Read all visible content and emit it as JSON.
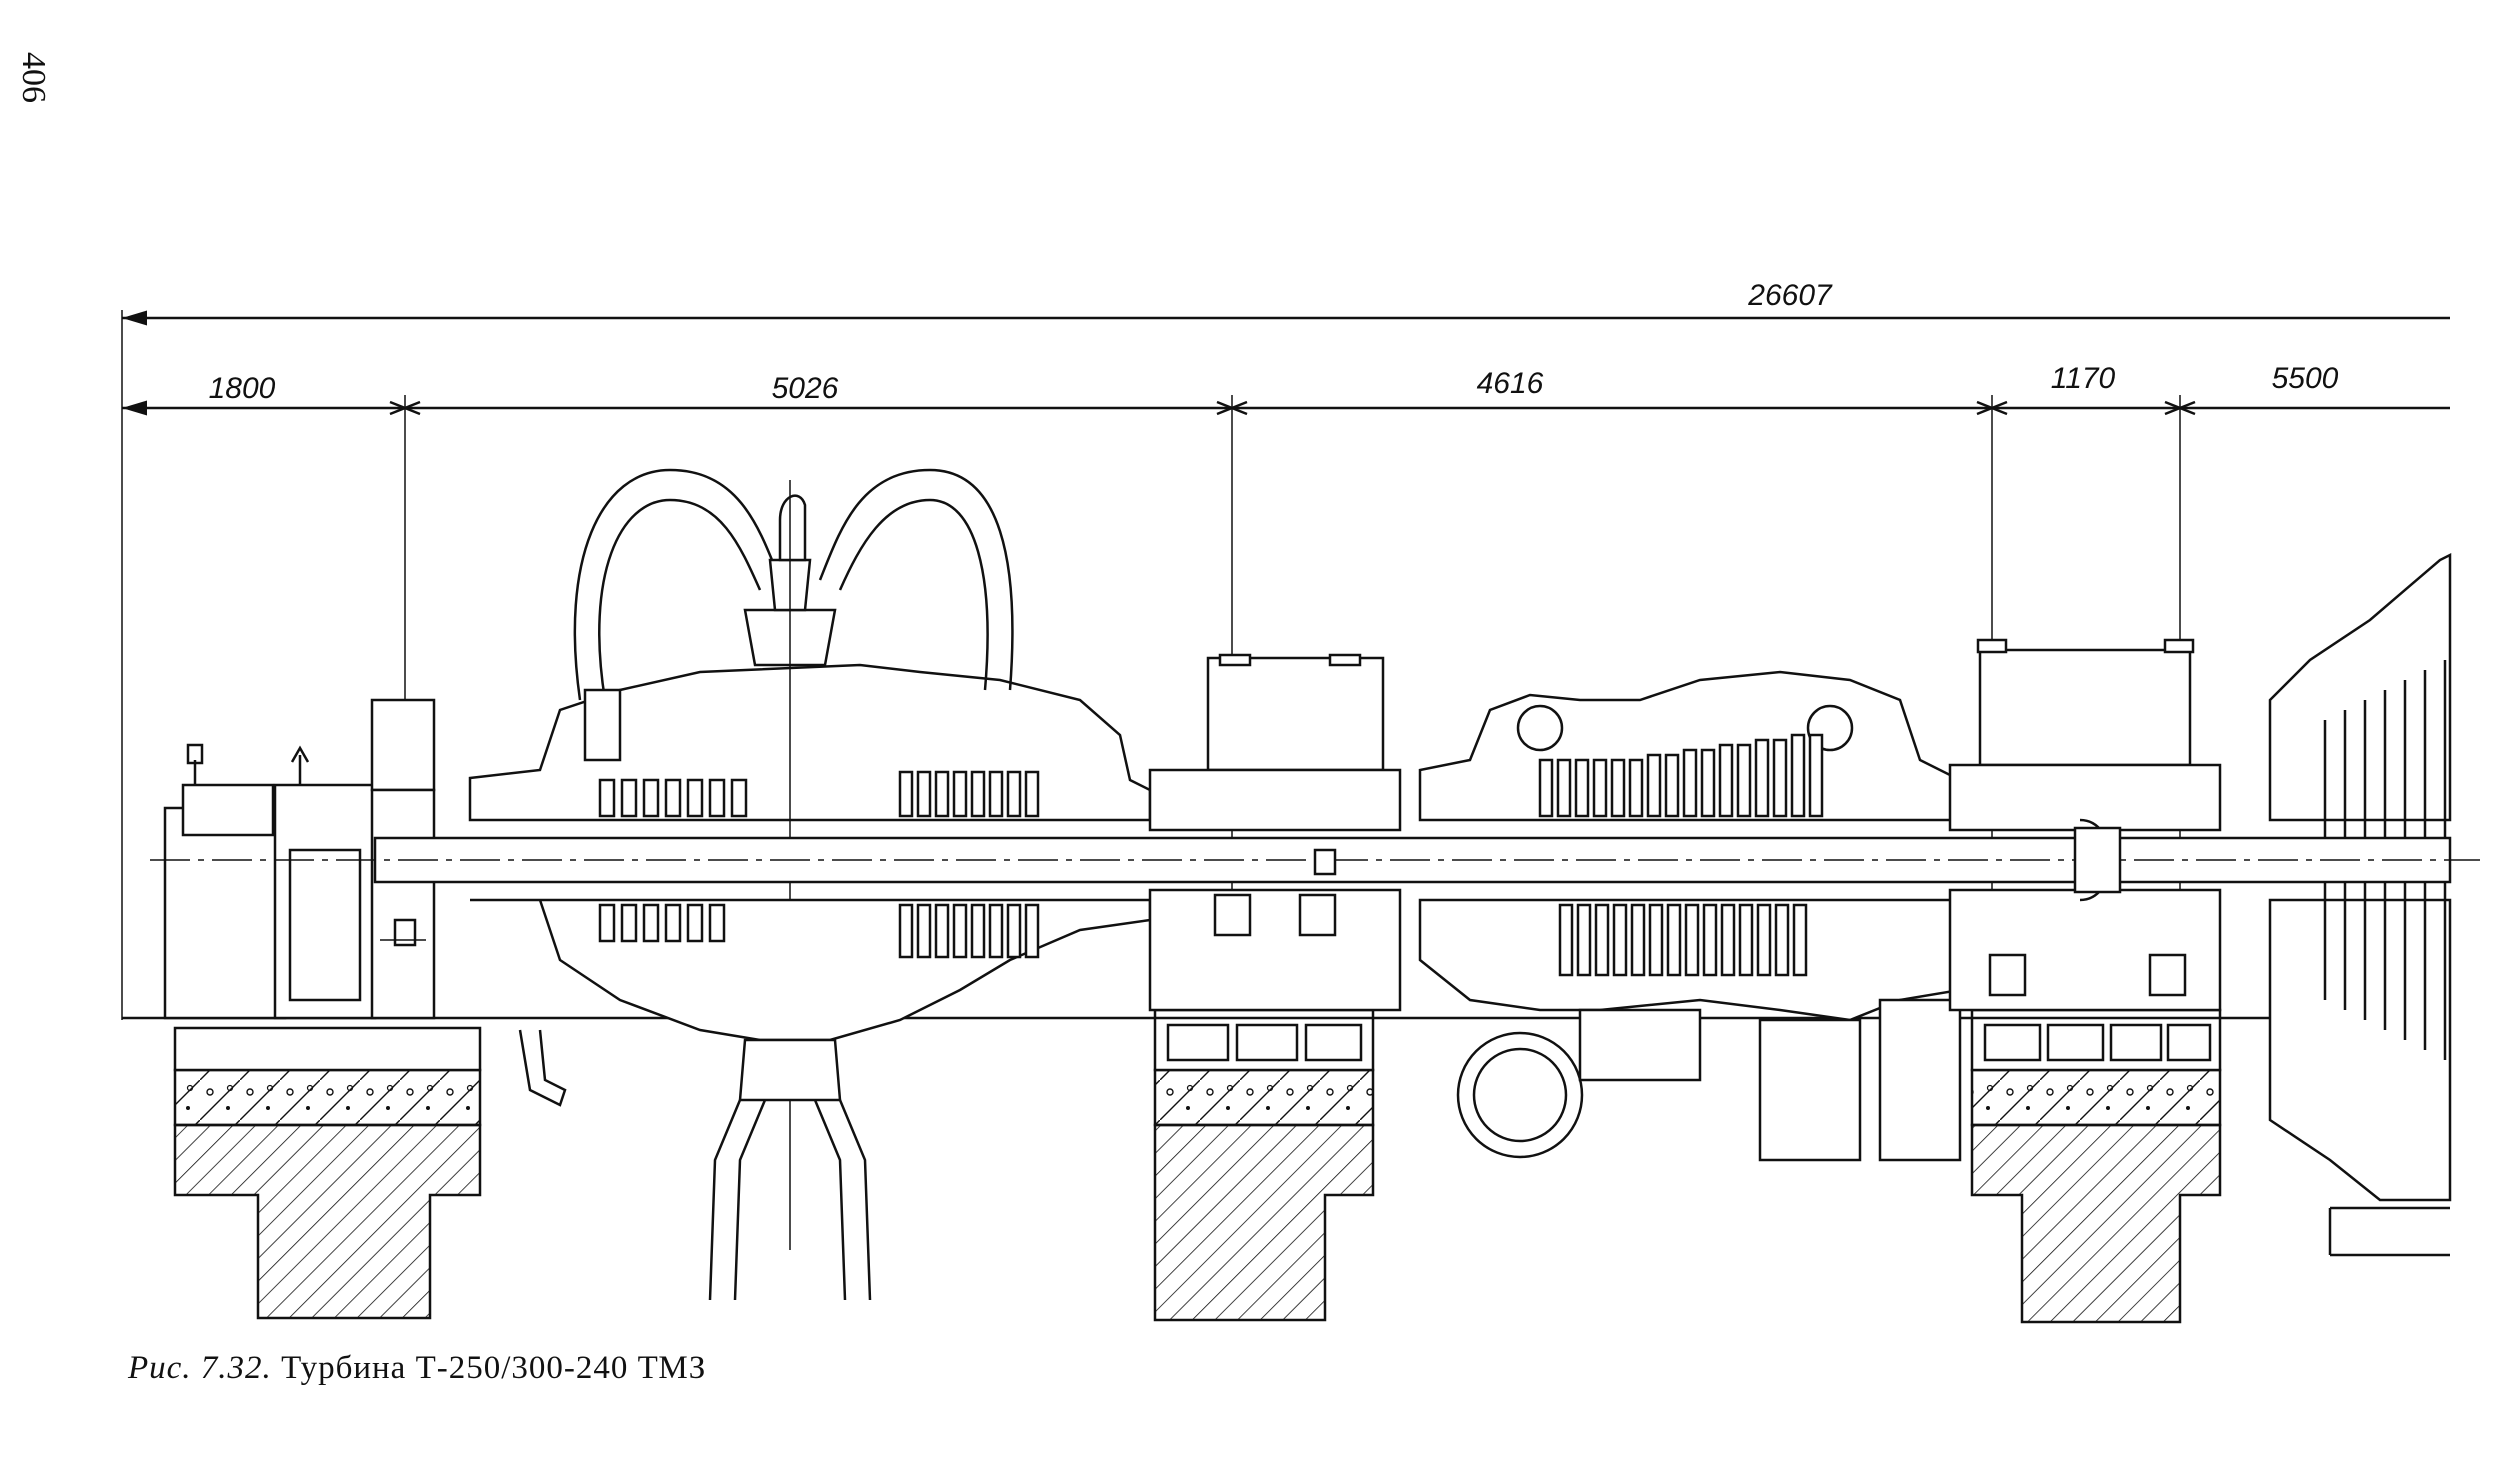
{
  "page_number": "406",
  "caption": {
    "figure_label": "Рис. 7.32.",
    "title": "Турбина Т-250/300-240 ТМЗ"
  },
  "dimensions": {
    "overall": "26607",
    "segments": [
      "1800",
      "5026",
      "4616",
      "1170",
      "5500"
    ]
  }
}
